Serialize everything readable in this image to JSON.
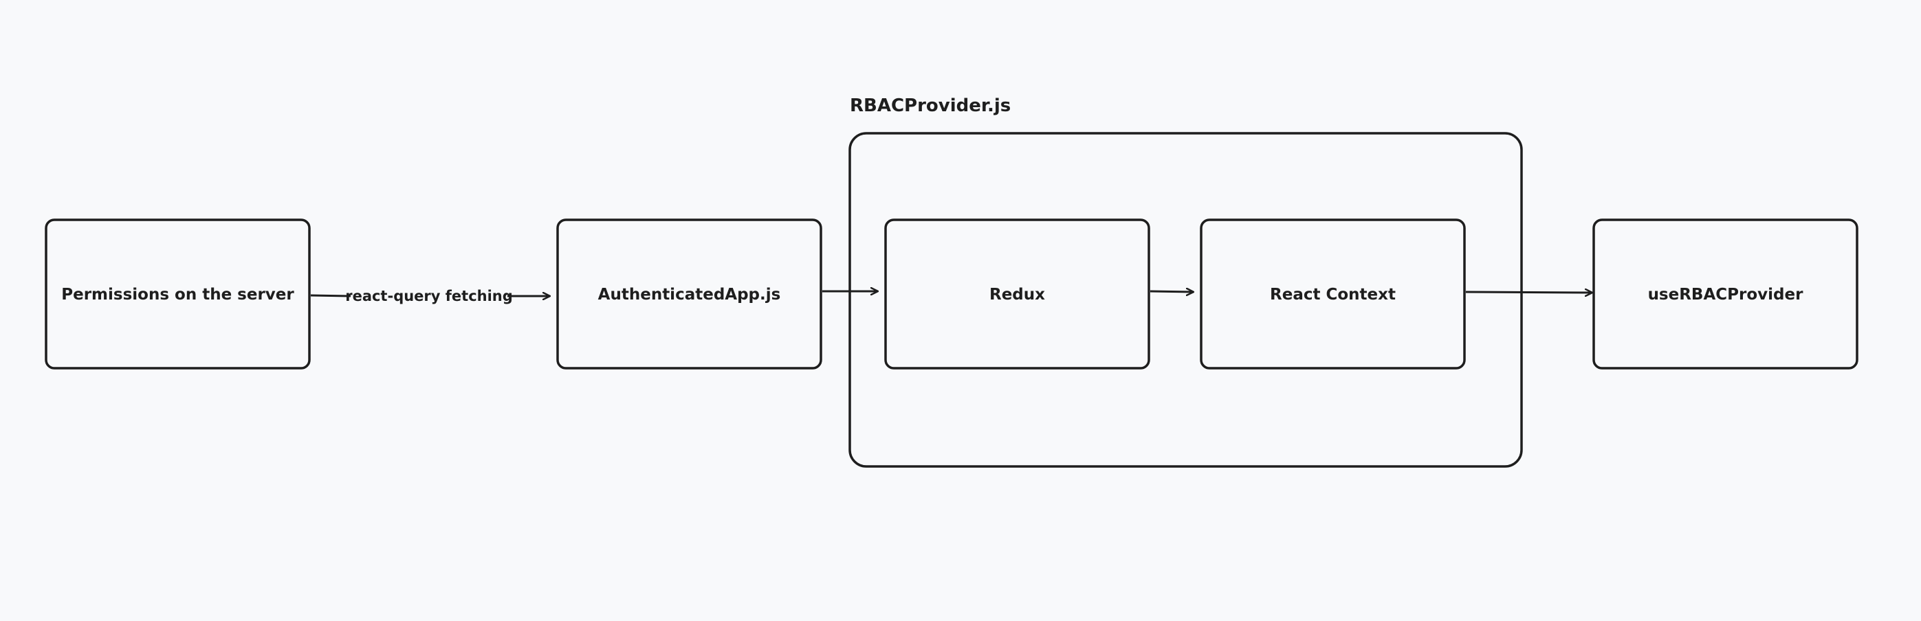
{
  "diagram": {
    "group": {
      "title": "RBACProvider.js"
    },
    "nodes": [
      {
        "id": "server",
        "label": "Permissions on the server"
      },
      {
        "id": "authapp",
        "label": "AuthenticatedApp.js"
      },
      {
        "id": "redux",
        "label": "Redux"
      },
      {
        "id": "context",
        "label": "React Context"
      },
      {
        "id": "hook",
        "label": "useRBACProvider"
      }
    ],
    "edges": [
      {
        "from": "server",
        "to": "authapp",
        "label": "react-query fetching"
      },
      {
        "from": "authapp",
        "to": "redux",
        "label": ""
      },
      {
        "from": "redux",
        "to": "context",
        "label": ""
      },
      {
        "from": "context",
        "to": "hook",
        "label": ""
      }
    ]
  }
}
